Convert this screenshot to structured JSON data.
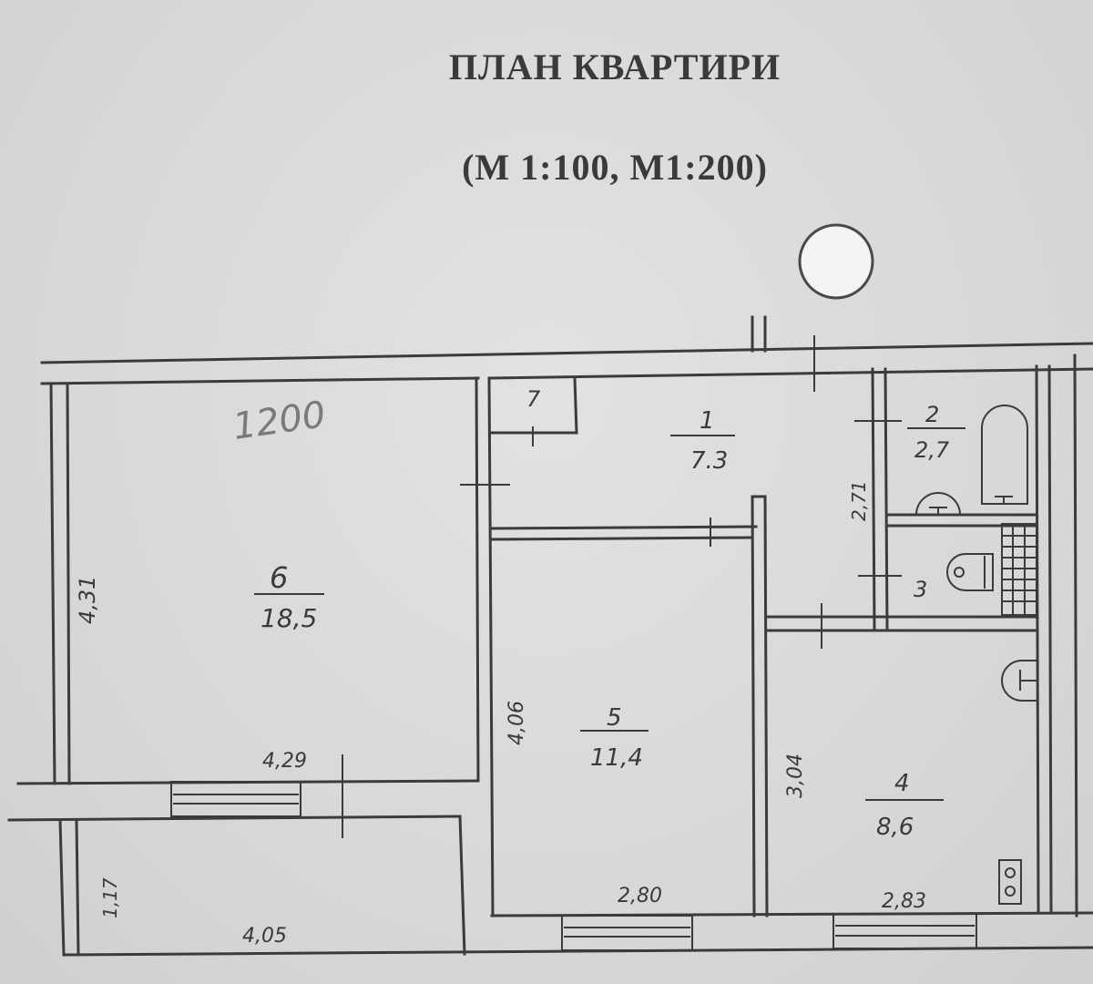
{
  "document": {
    "title": "ПЛАН КВАРТИРИ",
    "scale": "(М 1:100, М1:200)",
    "handwritten_note": "1200",
    "stamp": "redacted-circle"
  },
  "rooms": [
    {
      "number": "1",
      "area": "7.3"
    },
    {
      "number": "2",
      "area": "2,7"
    },
    {
      "number": "3",
      "area": ""
    },
    {
      "number": "4",
      "area": "8,6"
    },
    {
      "number": "5",
      "area": "11,4"
    },
    {
      "number": "6",
      "area": "18,5"
    },
    {
      "number": "7",
      "area": ""
    }
  ],
  "dimensions": {
    "room6_height": "4,31",
    "room6_width": "4,29",
    "room5_height": "4,06",
    "room5_width": "2,80",
    "room4_height": "3,04",
    "room4_width": "2,83",
    "bath_height": "2,71",
    "balcony_depth": "1,17",
    "balcony_width": "4,05"
  },
  "fixtures": [
    "bathtub",
    "sink",
    "toilet",
    "sink-kitchen",
    "stove",
    "ventilation-shaft"
  ],
  "colors": {
    "paper": "#d9d9d9",
    "ink": "#3b3b3b",
    "pencil": "#7a7a7a"
  }
}
